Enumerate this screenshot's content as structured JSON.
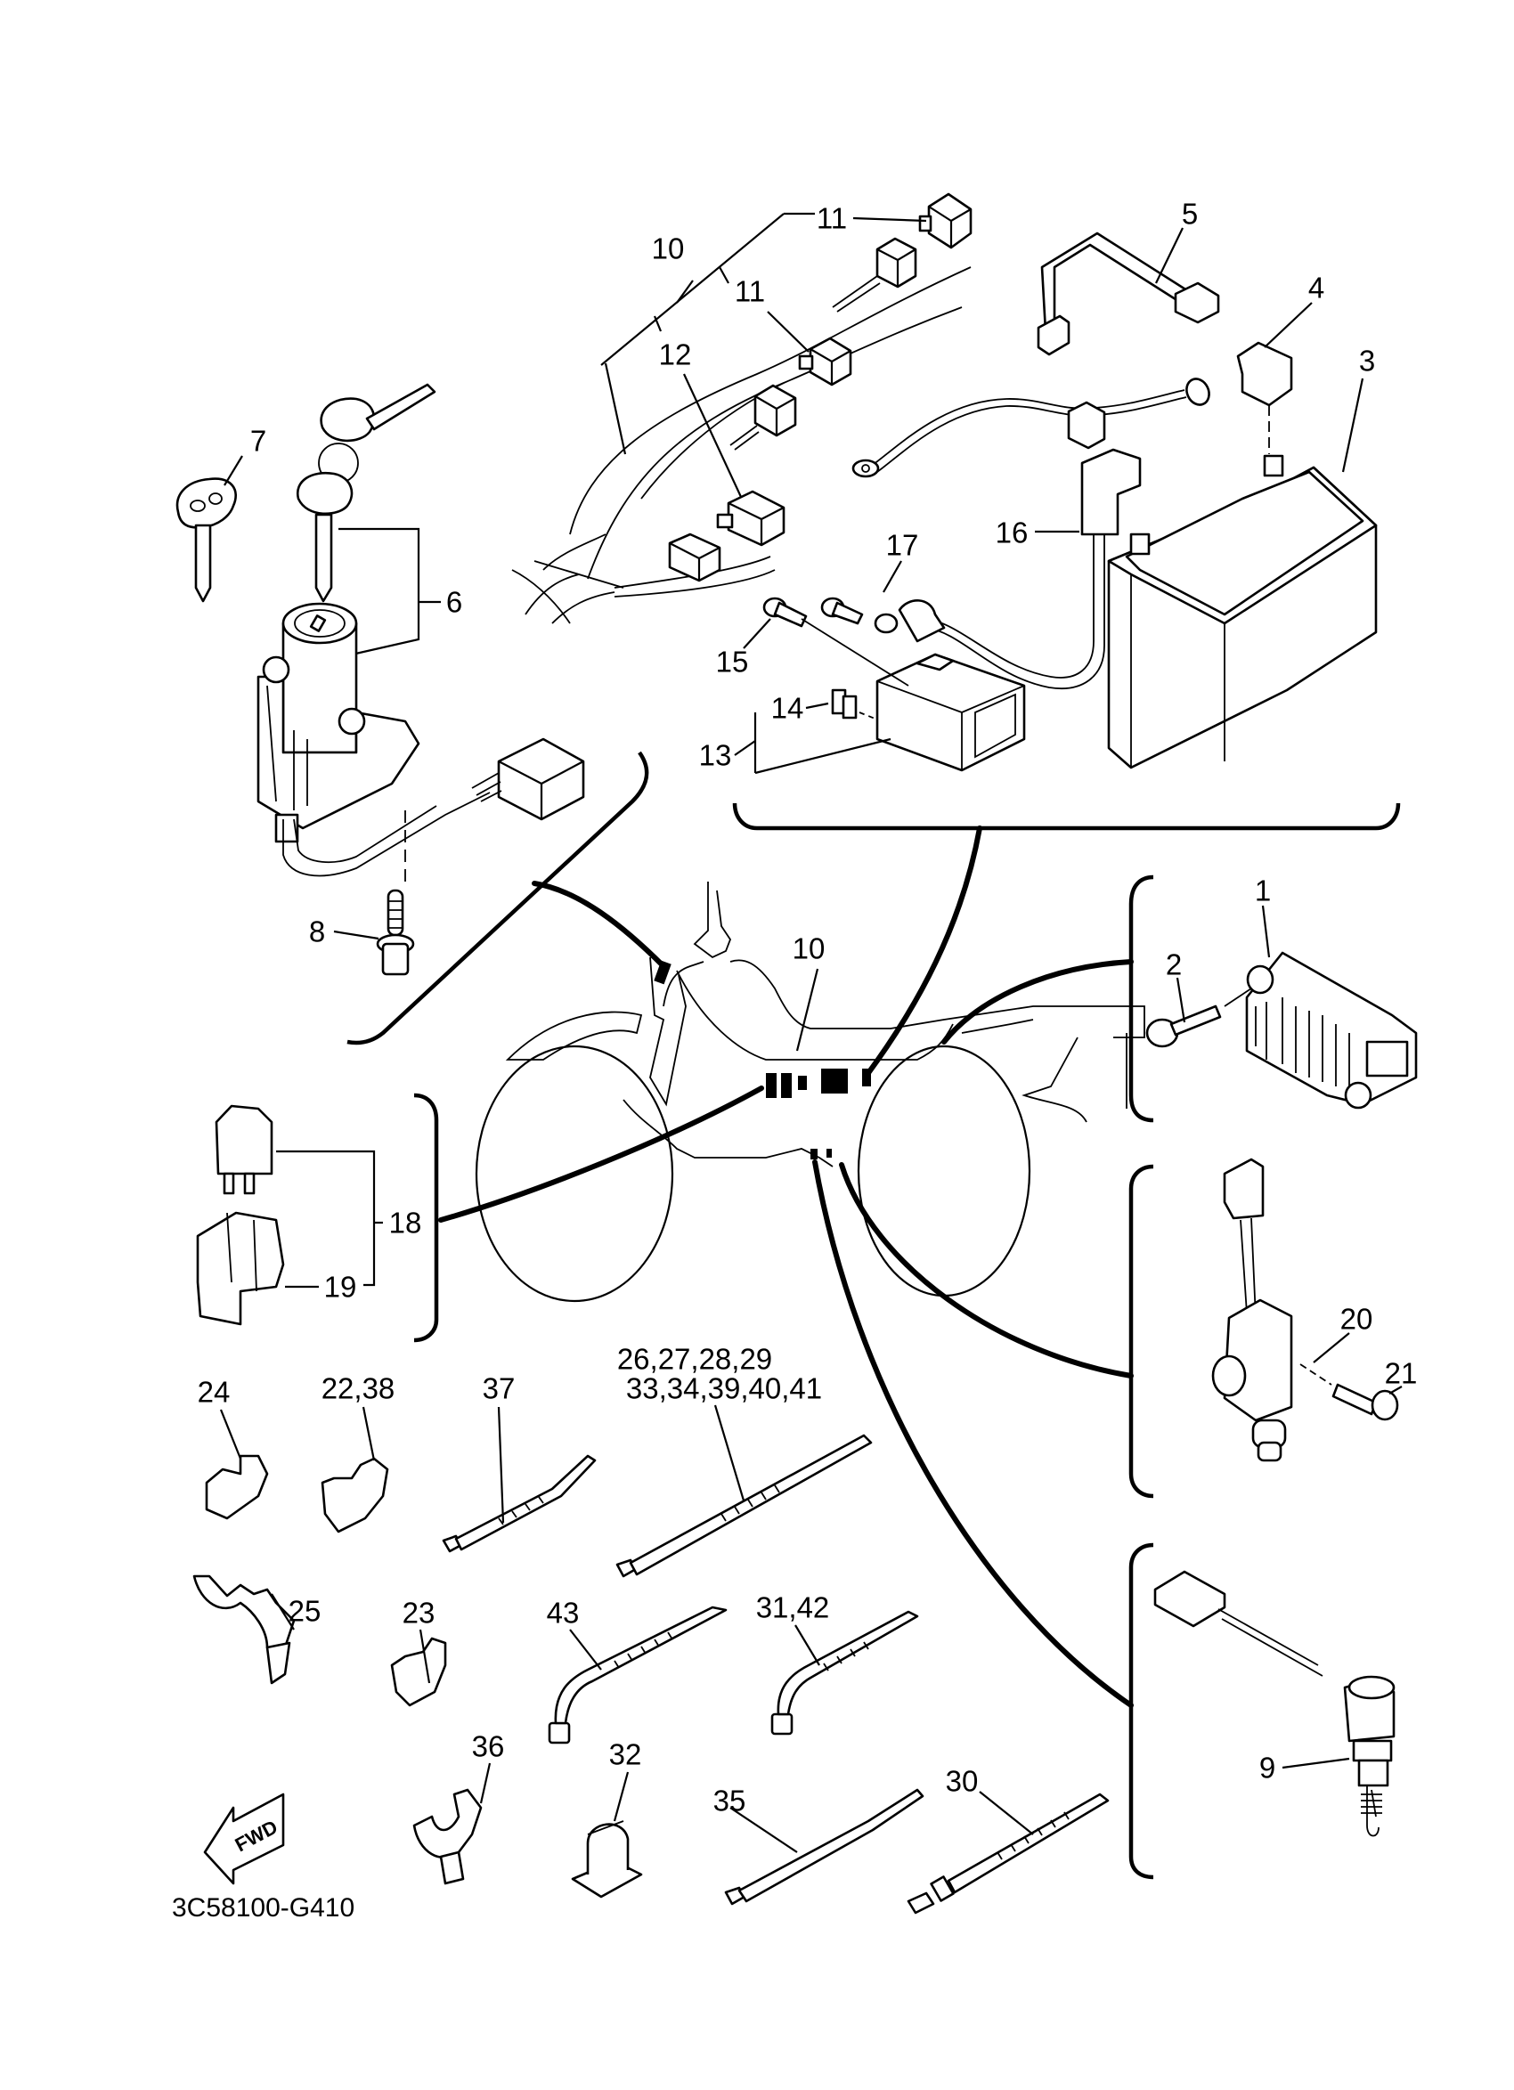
{
  "diagram": {
    "title_code": "3C58100-G410",
    "direction_indicator": "FWD",
    "callouts": {
      "c1": "1",
      "c2": "2",
      "c3": "3",
      "c4": "4",
      "c5": "5",
      "c6": "6",
      "c7": "7",
      "c8": "8",
      "c9": "9",
      "c10_top": "10",
      "c10_mid": "10",
      "c11_top": "11",
      "c11_second": "11",
      "c12": "12",
      "c13": "13",
      "c14": "14",
      "c15": "15",
      "c16": "16",
      "c17": "17",
      "c18": "18",
      "c19": "19",
      "c20": "20",
      "c21": "21",
      "c22_38": "22,38",
      "c23": "23",
      "c24": "24",
      "c25": "25",
      "c26_29": "26,27,28,29",
      "c33_41": "33,34,39,40,41",
      "c30": "30",
      "c31_42": "31,42",
      "c32": "32",
      "c35": "35",
      "c36": "36",
      "c37": "37",
      "c43": "43"
    }
  }
}
